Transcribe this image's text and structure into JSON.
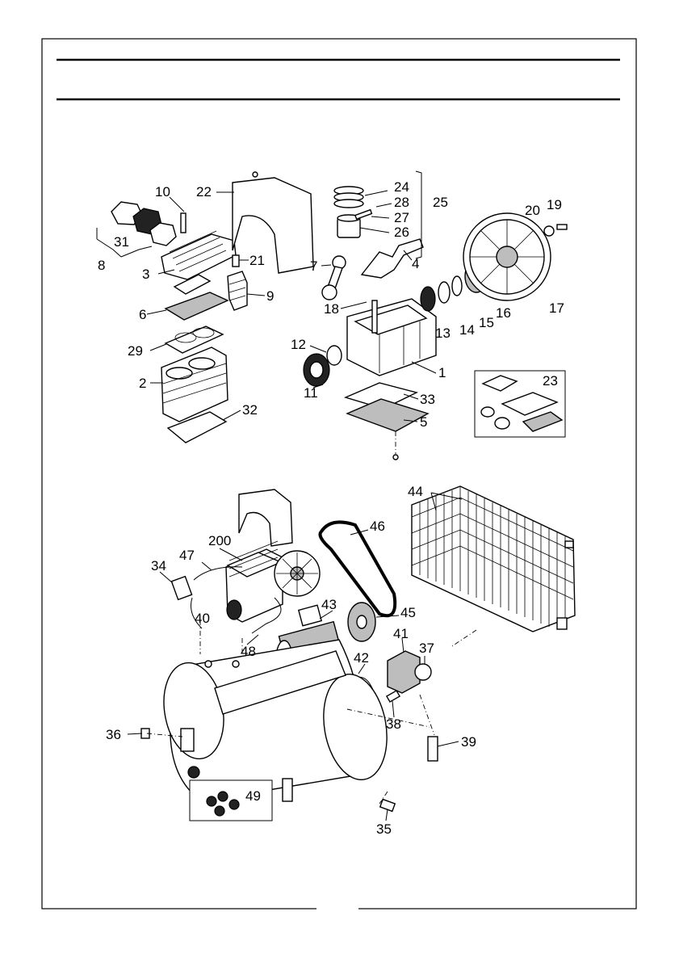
{
  "diagram": {
    "callouts": [
      {
        "id": "c10",
        "text": "10"
      },
      {
        "id": "c22",
        "text": "22"
      },
      {
        "id": "c24",
        "text": "24"
      },
      {
        "id": "c28",
        "text": "28"
      },
      {
        "id": "c25",
        "text": "25"
      },
      {
        "id": "c27",
        "text": "27"
      },
      {
        "id": "c26",
        "text": "26"
      },
      {
        "id": "c20",
        "text": "20"
      },
      {
        "id": "c19",
        "text": "19"
      },
      {
        "id": "c31",
        "text": "31"
      },
      {
        "id": "c8",
        "text": "8"
      },
      {
        "id": "c3",
        "text": "3"
      },
      {
        "id": "c21",
        "text": "21"
      },
      {
        "id": "c7",
        "text": "7"
      },
      {
        "id": "c4",
        "text": "4"
      },
      {
        "id": "c9",
        "text": "9"
      },
      {
        "id": "c18",
        "text": "18"
      },
      {
        "id": "c6",
        "text": "6"
      },
      {
        "id": "c13",
        "text": "13"
      },
      {
        "id": "c14",
        "text": "14"
      },
      {
        "id": "c15",
        "text": "15"
      },
      {
        "id": "c16",
        "text": "16"
      },
      {
        "id": "c17",
        "text": "17"
      },
      {
        "id": "c29",
        "text": "29"
      },
      {
        "id": "c12",
        "text": "12"
      },
      {
        "id": "c1",
        "text": "1"
      },
      {
        "id": "c2",
        "text": "2"
      },
      {
        "id": "c11",
        "text": "11"
      },
      {
        "id": "c23",
        "text": "23"
      },
      {
        "id": "c33",
        "text": "33"
      },
      {
        "id": "c32",
        "text": "32"
      },
      {
        "id": "c5",
        "text": "5"
      },
      {
        "id": "c44",
        "text": "44"
      },
      {
        "id": "c46",
        "text": "46"
      },
      {
        "id": "c200",
        "text": "200"
      },
      {
        "id": "c47",
        "text": "47"
      },
      {
        "id": "c34",
        "text": "34"
      },
      {
        "id": "c43",
        "text": "43"
      },
      {
        "id": "c45",
        "text": "45"
      },
      {
        "id": "c40",
        "text": "40"
      },
      {
        "id": "c41",
        "text": "41"
      },
      {
        "id": "c37",
        "text": "37"
      },
      {
        "id": "c48",
        "text": "48"
      },
      {
        "id": "c42",
        "text": "42"
      },
      {
        "id": "c38",
        "text": "38"
      },
      {
        "id": "c36",
        "text": "36"
      },
      {
        "id": "c39",
        "text": "39"
      },
      {
        "id": "c49",
        "text": "49"
      },
      {
        "id": "c35",
        "text": "35"
      }
    ]
  }
}
